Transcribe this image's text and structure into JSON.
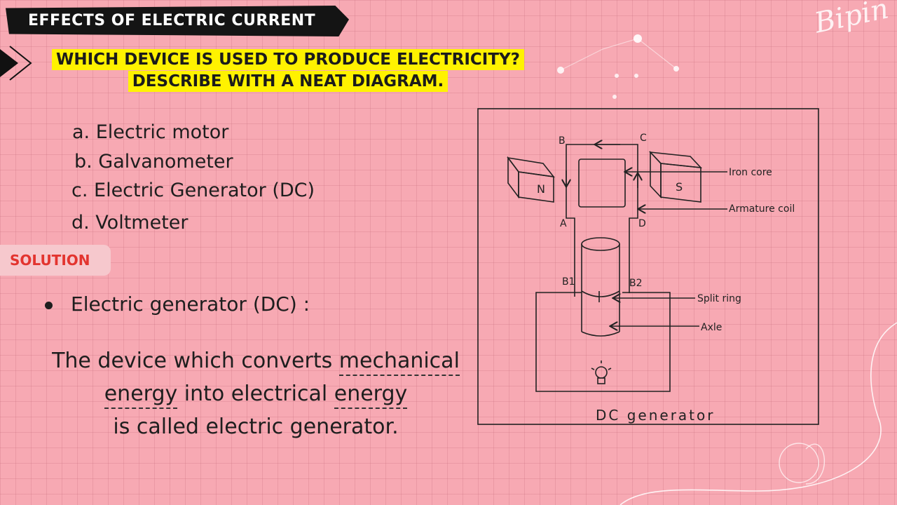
{
  "topic": "EFFECTS OF ELECTRIC CURRENT",
  "watermark": "Bipin",
  "question": {
    "line1": "WHICH DEVICE IS USED TO PRODUCE ELECTRICITY?",
    "line2": "DESCRIBE WITH A NEAT DIAGRAM."
  },
  "options": [
    "a. Electric motor",
    "b. Galvanometer",
    "c. Electric Generator (DC)",
    "d. Voltmeter"
  ],
  "solution_label": "SOLUTION",
  "answer": "Electric generator (DC) :",
  "definition": {
    "part1": "The device which converts",
    "mechanical": "mechanical",
    "energy1": "energy",
    "part2": "into electrical",
    "energy2": "energy",
    "part3": "is called electric generator."
  },
  "diagram": {
    "caption": "DC generator",
    "labels": {
      "B": "B",
      "C": "C",
      "A": "A",
      "D": "D",
      "N": "N",
      "S": "S",
      "B1": "B1",
      "B2": "B2",
      "iron_core": "Iron core",
      "armature_coil": "Armature coil",
      "split_ring": "Split ring",
      "axle": "Axle"
    },
    "bulb_icon": "light-bulb-icon"
  },
  "colors": {
    "background": "#f7a9b3",
    "highlight": "#fff200",
    "banner": "#141414",
    "solution_text": "#e3342f"
  }
}
